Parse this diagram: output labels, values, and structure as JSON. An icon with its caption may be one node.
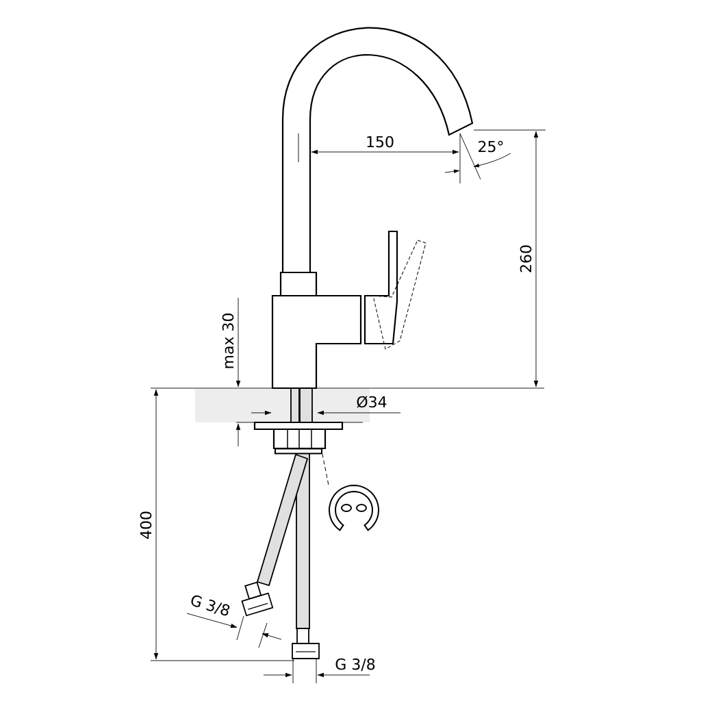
{
  "diagram": {
    "nodes": [
      {
        "text": [],
        "shape": "box"
      },
      {
        "text": [],
        "shape": "picture"
      }
    ],
    "edges": [
      {
        "from": 1,
        "to": 0,
        "arrow": "none",
        "style": "dashed"
      }
    ],
    "labels": [
      "150",
      "25°",
      "260",
      "max 30",
      "Ø34",
      "400",
      "G 3/8",
      "G 3/8"
    ]
  }
}
